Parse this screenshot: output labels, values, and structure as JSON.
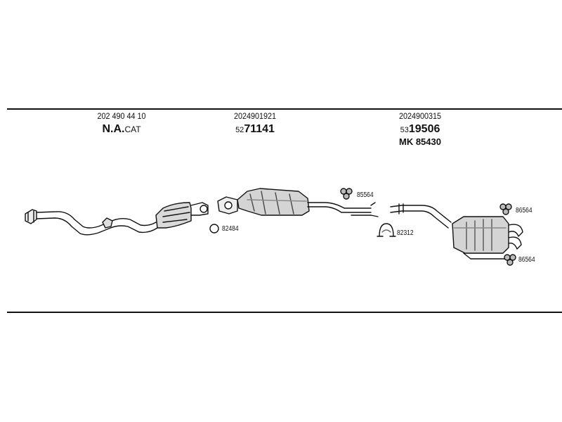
{
  "columns": [
    {
      "oem": "202 490 44 10",
      "code_prefix": "",
      "code_main": "N.A.",
      "code_suffix": "CAT",
      "mk": ""
    },
    {
      "oem": "2024901921",
      "code_prefix": "52",
      "code_main": "71141",
      "code_suffix": "",
      "mk": ""
    },
    {
      "oem": "2024900315",
      "code_prefix": "53",
      "code_main": "19506",
      "code_suffix": "",
      "mk": "MK  85430"
    }
  ],
  "part_labels": {
    "ring_1": "82484",
    "hanger_1": "85564",
    "clamp_1": "82312",
    "hanger_2": "86564",
    "hanger_3": "86564"
  }
}
